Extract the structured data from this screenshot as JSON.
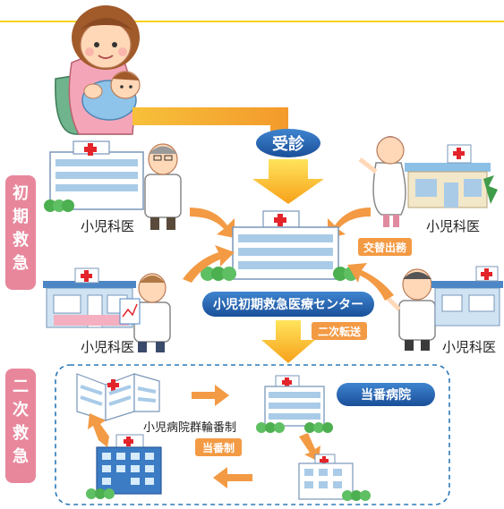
{
  "sections": {
    "primary": "初期救急",
    "secondary": "二次救急"
  },
  "labels": {
    "visit": "受診",
    "doctor_top_left": "小児科医",
    "doctor_top_right": "小児科医",
    "doctor_bottom_left": "小児科医",
    "doctor_bottom_right": "小児科医",
    "shift_dispatch": "交替出務",
    "center": "小児初期救急医療センター",
    "secondary_transfer": "二次転送",
    "duty_hospital": "当番病院",
    "rotation_system": "小児病院群輪番制",
    "duty_system": "当番制"
  },
  "colors": {
    "arrow_orange": "#f39a44",
    "arrow_yellow": "#ffd21a",
    "center_blue": "#1f5fb0",
    "section_pink": "#e8879c",
    "cross_red": "#e3242b",
    "dashed_border": "#2a78b8"
  }
}
